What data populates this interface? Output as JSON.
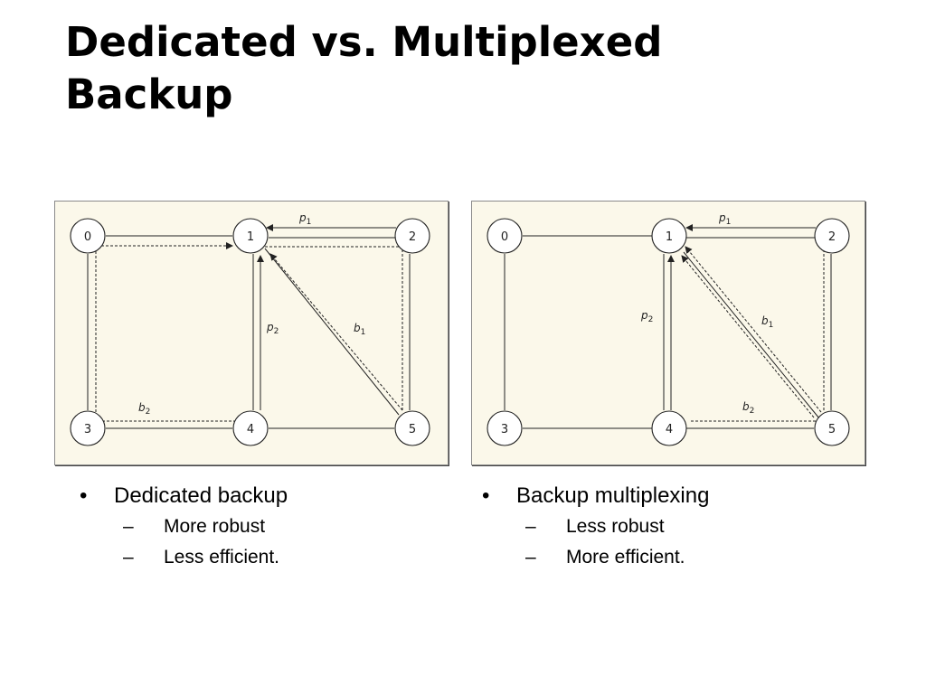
{
  "title": {
    "line1": "Dedicated vs. Multiplexed",
    "line2": "Backup"
  },
  "nodes": [
    "0",
    "1",
    "2",
    "3",
    "4",
    "5"
  ],
  "edge_labels": {
    "left": {
      "p1": "p",
      "p1_sub": "1",
      "p2": "p",
      "p2_sub": "2",
      "b1": "b",
      "b1_sub": "1",
      "b2": "b",
      "b2_sub": "2"
    },
    "right": {
      "p1": "p",
      "p1_sub": "1",
      "p2": "p",
      "p2_sub": "2",
      "b1": "b",
      "b1_sub": "1",
      "b2": "b",
      "b2_sub": "2"
    }
  },
  "left_column": {
    "bullet_marker": "•",
    "heading": "Dedicated backup",
    "sub_marker": "–",
    "items": [
      "More robust",
      "Less efficient."
    ]
  },
  "right_column": {
    "bullet_marker": "•",
    "heading": "Backup multiplexing",
    "sub_marker": "–",
    "items": [
      "Less robust",
      "More efficient."
    ]
  },
  "colors": {
    "figure_background": "#fbf8ea",
    "ink": "#222222"
  }
}
